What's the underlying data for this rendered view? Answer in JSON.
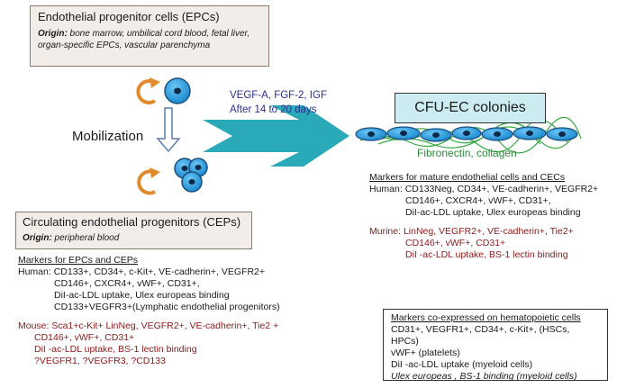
{
  "epc_box": {
    "title": "Endothelial progenitor cells (EPCs)",
    "origin_label": "Origin:",
    "origin_text": " bone marrow, umbilical cord blood, fetal liver, organ-specific EPCs, vascular parenchyma"
  },
  "mobilization": "Mobilization",
  "growth_factors": {
    "line1": "VEGF-A, FGF-2, IGF",
    "line2": "After 14 to 20 days"
  },
  "cfu_label": "CFU-EC colonies",
  "fibronectin": "Fibronectin, collagen",
  "cep_box": {
    "title": "Circulating endothelial progenitors (CEPs)",
    "origin_label": "Origin:",
    "origin_text": " peripheral  blood"
  },
  "epc_markers": {
    "heading": "Markers for EPCs and CEPs",
    "human_label": "Human:",
    "human_1": "CD133+, CD34+, c-Kit+, VE-cadherin+, VEGFR2+",
    "human_2": "CD146+, CXCR4+, vWF+, CD31+,",
    "human_3": "DiI-ac-LDL uptake, Ulex europeas  binding",
    "human_4": "CD133+VEGFR3+(Lymphatic endothelial progenitors)",
    "mouse_label": "Mouse:",
    "mouse_1": "Sca1+c-Kit+ LinNeg, VEGFR2+, VE-cadherin+, Tie2 +",
    "mouse_2": "CD146+, vWF+, CD31+",
    "mouse_3": "DiI -ac-LDL uptake, BS-1 lectin binding",
    "mouse_4": "?VEGFR1, ?VEGFR3, ?CD133"
  },
  "mature_markers": {
    "heading": "Markers for mature endothelial cells and CECs",
    "human_label": "Human:",
    "human_1": "CD133Neg, CD34+,  VE-cadherin+, VEGFR2+",
    "human_2": "CD146+, CXCR4+, vWF+, CD31+,",
    "human_3": "DiI-ac-LDL uptake, Ulex europeas binding",
    "murine_label": "Murine:",
    "murine_1": "LinNeg, VEGFR2+, VE-cadherin+, Tie2+",
    "murine_2": "CD146+, vWF+, CD31+",
    "murine_3": "DiI -ac-LDL uptake, BS-1 lectin binding"
  },
  "hema_box": {
    "title": "Markers co-expressed on hematopoietic cells",
    "line1": "CD31+, VEGFR1+, CD34+, c-Kit+, (HSCs, HPCs)",
    "line2": "vWF+ (platelets)",
    "line3": "DiI -ac-LDL uptake (myeloid cells)",
    "line4": "Ulex europeas , BS-1 binding (myeloid cells)"
  },
  "colors": {
    "cell_blue": "#1f9be0",
    "arrow_teal": "#2aa9b8",
    "orange_arrow": "#e08a2c",
    "box_fill": "#f3ede9",
    "cfu_fill": "#ccecf2",
    "marker_red": "#8b1a1a",
    "label_blue": "#2a2f8f",
    "fiber_green": "#3aa845"
  },
  "icons": [
    "cycle-arrow-icon",
    "cell-icon",
    "down-arrow-icon",
    "cell-cluster-icon",
    "chevron-arrow-icon",
    "cell-colony-icon"
  ]
}
